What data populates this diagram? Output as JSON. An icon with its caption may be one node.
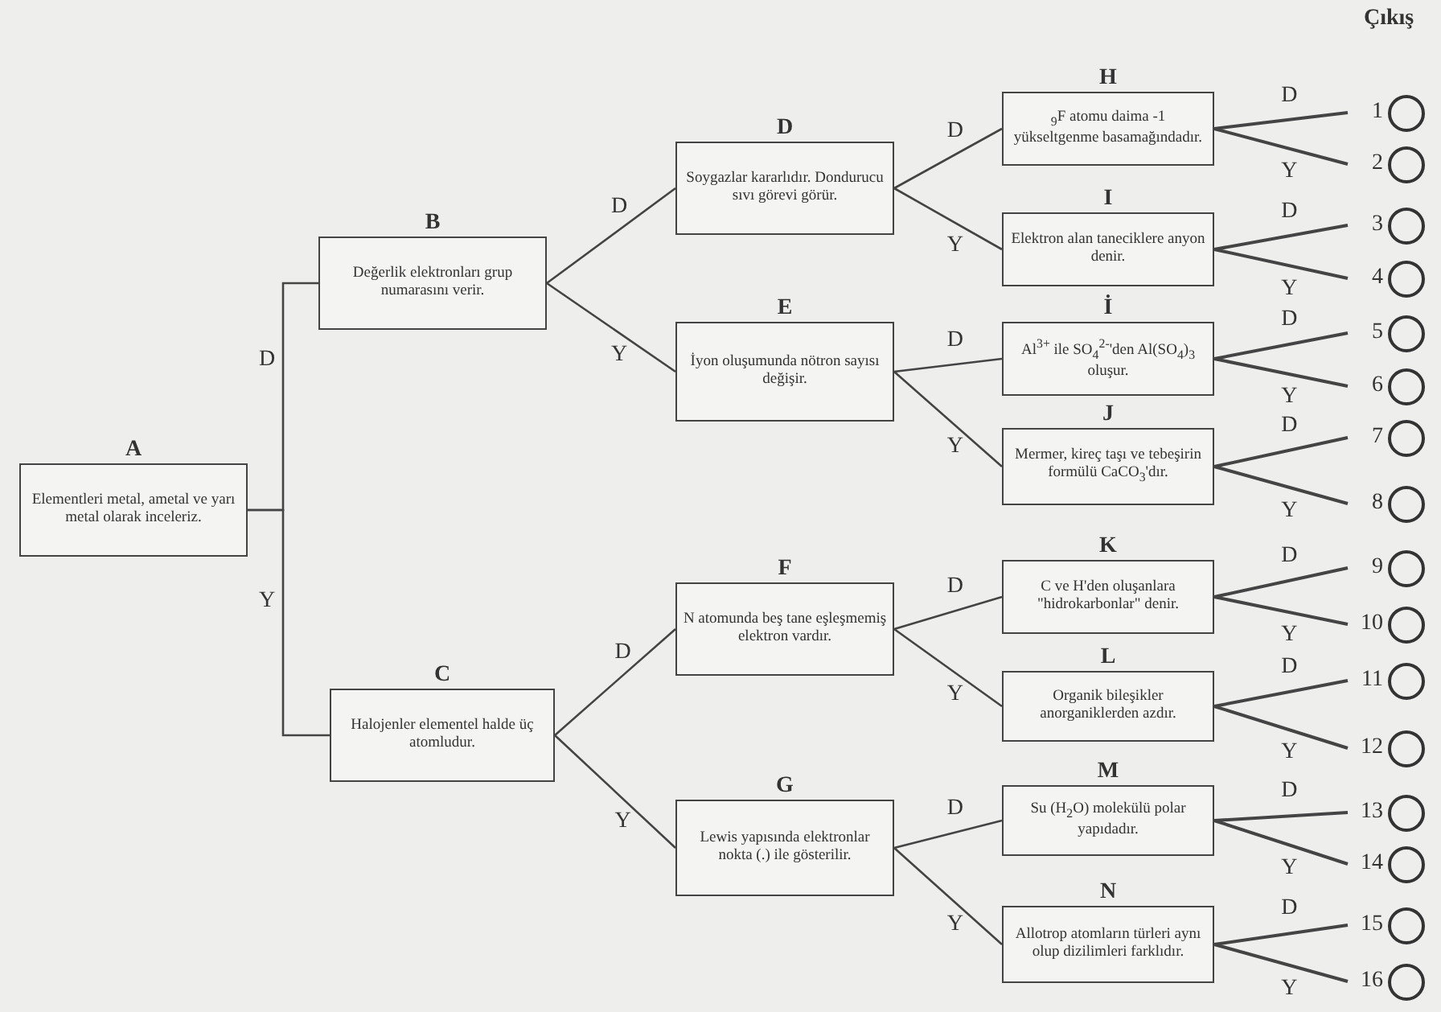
{
  "diagram": {
    "nodes": [
      {
        "text": [
          "A",
          "Elementleri metal, ametal ve yarı metal olarak inceleriz."
        ]
      },
      {
        "text": [
          "B",
          "Değerlik elektronları grup numarasını verir."
        ]
      },
      {
        "text": [
          "C",
          "Halojenler elementel halde üç atomludur."
        ]
      },
      {
        "text": [
          "D",
          "Soygazlar kararlıdır. Dondurucu sıvı görevi görür."
        ]
      },
      {
        "text": [
          "E",
          "İyon oluşumunda nötron sayısı değişir."
        ]
      },
      {
        "text": [
          "F",
          "N atomunda beş tane eşleşmemiş elektron vardır."
        ]
      },
      {
        "text": [
          "G",
          "Lewis yapısında elektronlar nokta (.) ile gösterilir."
        ]
      },
      {
        "text": [
          "H",
          "$_{9}$F atomu daima -1 yükseltgenme basamağındadır."
        ]
      },
      {
        "text": [
          "I",
          "Elektron alan taneciklere anyon denir."
        ]
      },
      {
        "text": [
          "İ",
          "Al$^{3+}$ ile SO$_{4}$$^{2-}$'den Al(SO$_{4}$)$_{3}$ oluşur."
        ]
      },
      {
        "text": [
          "J",
          "Mermer, kireç taşı ve tebeşirin formülü CaCO$_{3}$'dır."
        ]
      },
      {
        "text": [
          "K",
          "C ve H'den oluşanlara \"hidrokarbonlar\" denir."
        ]
      },
      {
        "text": [
          "L",
          "Organik bileşikler anorganiklerden azdır."
        ]
      },
      {
        "text": [
          "M",
          "Su (H$_{2}$O) molekülü polar yapıdadır."
        ]
      },
      {
        "text": [
          "N",
          "Allotrop atomların türleri aynı olup dizilimleri farklıdır."
        ]
      },
      {
        "text": [],
        "shape": "circle",
        "beside": [
          "1"
        ]
      },
      {
        "text": [],
        "shape": "circle",
        "beside": [
          "2"
        ]
      },
      {
        "text": [],
        "shape": "circle",
        "beside": [
          "3"
        ]
      },
      {
        "text": [],
        "shape": "circle",
        "beside": [
          "4"
        ]
      },
      {
        "text": [],
        "shape": "circle",
        "beside": [
          "5"
        ]
      },
      {
        "text": [],
        "shape": "circle",
        "beside": [
          "6"
        ]
      },
      {
        "text": [],
        "shape": "circle",
        "beside": [
          "7"
        ]
      },
      {
        "text": [],
        "shape": "circle",
        "beside": [
          "8"
        ]
      },
      {
        "text": [],
        "shape": "circle",
        "beside": [
          "9"
        ]
      },
      {
        "text": [],
        "shape": "circle",
        "beside": [
          "10"
        ]
      },
      {
        "text": [],
        "shape": "circle",
        "beside": [
          "11"
        ]
      },
      {
        "text": [],
        "shape": "circle",
        "beside": [
          "12"
        ]
      },
      {
        "text": [],
        "shape": "circle",
        "beside": [
          "13"
        ]
      },
      {
        "text": [],
        "shape": "circle",
        "beside": [
          "14"
        ]
      },
      {
        "text": [],
        "shape": "circle",
        "beside": [
          "15"
        ]
      },
      {
        "text": [],
        "shape": "circle",
        "beside": [
          "16"
        ]
      }
    ],
    "edges": [
      {
        "from": 0,
        "to": 1,
        "arrow": "none",
        "label": "D"
      },
      {
        "from": 0,
        "to": 2,
        "arrow": "none",
        "label": "Y"
      },
      {
        "from": 1,
        "to": 3,
        "arrow": "none",
        "label": "D"
      },
      {
        "from": 1,
        "to": 4,
        "arrow": "none",
        "label": "Y"
      },
      {
        "from": 2,
        "to": 5,
        "arrow": "none",
        "label": "D"
      },
      {
        "from": 2,
        "to": 6,
        "arrow": "none",
        "label": "Y"
      },
      {
        "from": 3,
        "to": 7,
        "arrow": "none",
        "label": "D"
      },
      {
        "from": 3,
        "to": 8,
        "arrow": "none",
        "label": "Y"
      },
      {
        "from": 4,
        "to": 9,
        "arrow": "none",
        "label": "D"
      },
      {
        "from": 4,
        "to": 10,
        "arrow": "none",
        "label": "Y"
      },
      {
        "from": 5,
        "to": 11,
        "arrow": "none",
        "label": "D"
      },
      {
        "from": 5,
        "to": 12,
        "arrow": "none",
        "label": "Y"
      },
      {
        "from": 6,
        "to": 13,
        "arrow": "none",
        "label": "D"
      },
      {
        "from": 6,
        "to": 14,
        "arrow": "none",
        "label": "Y"
      },
      {
        "from": 7,
        "to": 15,
        "arrow": "none",
        "label": "D"
      },
      {
        "from": 7,
        "to": 16,
        "arrow": "none",
        "label": "Y"
      },
      {
        "from": 8,
        "to": 17,
        "arrow": "none",
        "label": "D"
      },
      {
        "from": 8,
        "to": 18,
        "arrow": "none",
        "label": "Y"
      },
      {
        "from": 9,
        "to": 19,
        "arrow": "none",
        "label": "D"
      },
      {
        "from": 9,
        "to": 20,
        "arrow": "none",
        "label": "Y"
      },
      {
        "from": 10,
        "to": 21,
        "arrow": "none",
        "label": "D"
      },
      {
        "from": 10,
        "to": 22,
        "arrow": "none",
        "label": "Y"
      },
      {
        "from": 11,
        "to": 23,
        "arrow": "none",
        "label": "D"
      },
      {
        "from": 11,
        "to": 24,
        "arrow": "none",
        "label": "Y"
      },
      {
        "from": 12,
        "to": 25,
        "arrow": "none",
        "label": "D"
      },
      {
        "from": 12,
        "to": 26,
        "arrow": "none",
        "label": "Y"
      },
      {
        "from": 13,
        "to": 27,
        "arrow": "none",
        "label": "D"
      },
      {
        "from": 13,
        "to": 28,
        "arrow": "none",
        "label": "Y"
      },
      {
        "from": 14,
        "to": 29,
        "arrow": "none",
        "label": "D"
      },
      {
        "from": 14,
        "to": 30,
        "arrow": "none",
        "label": "Y"
      }
    ],
    "labels": [
      "Çıkış"
    ]
  }
}
